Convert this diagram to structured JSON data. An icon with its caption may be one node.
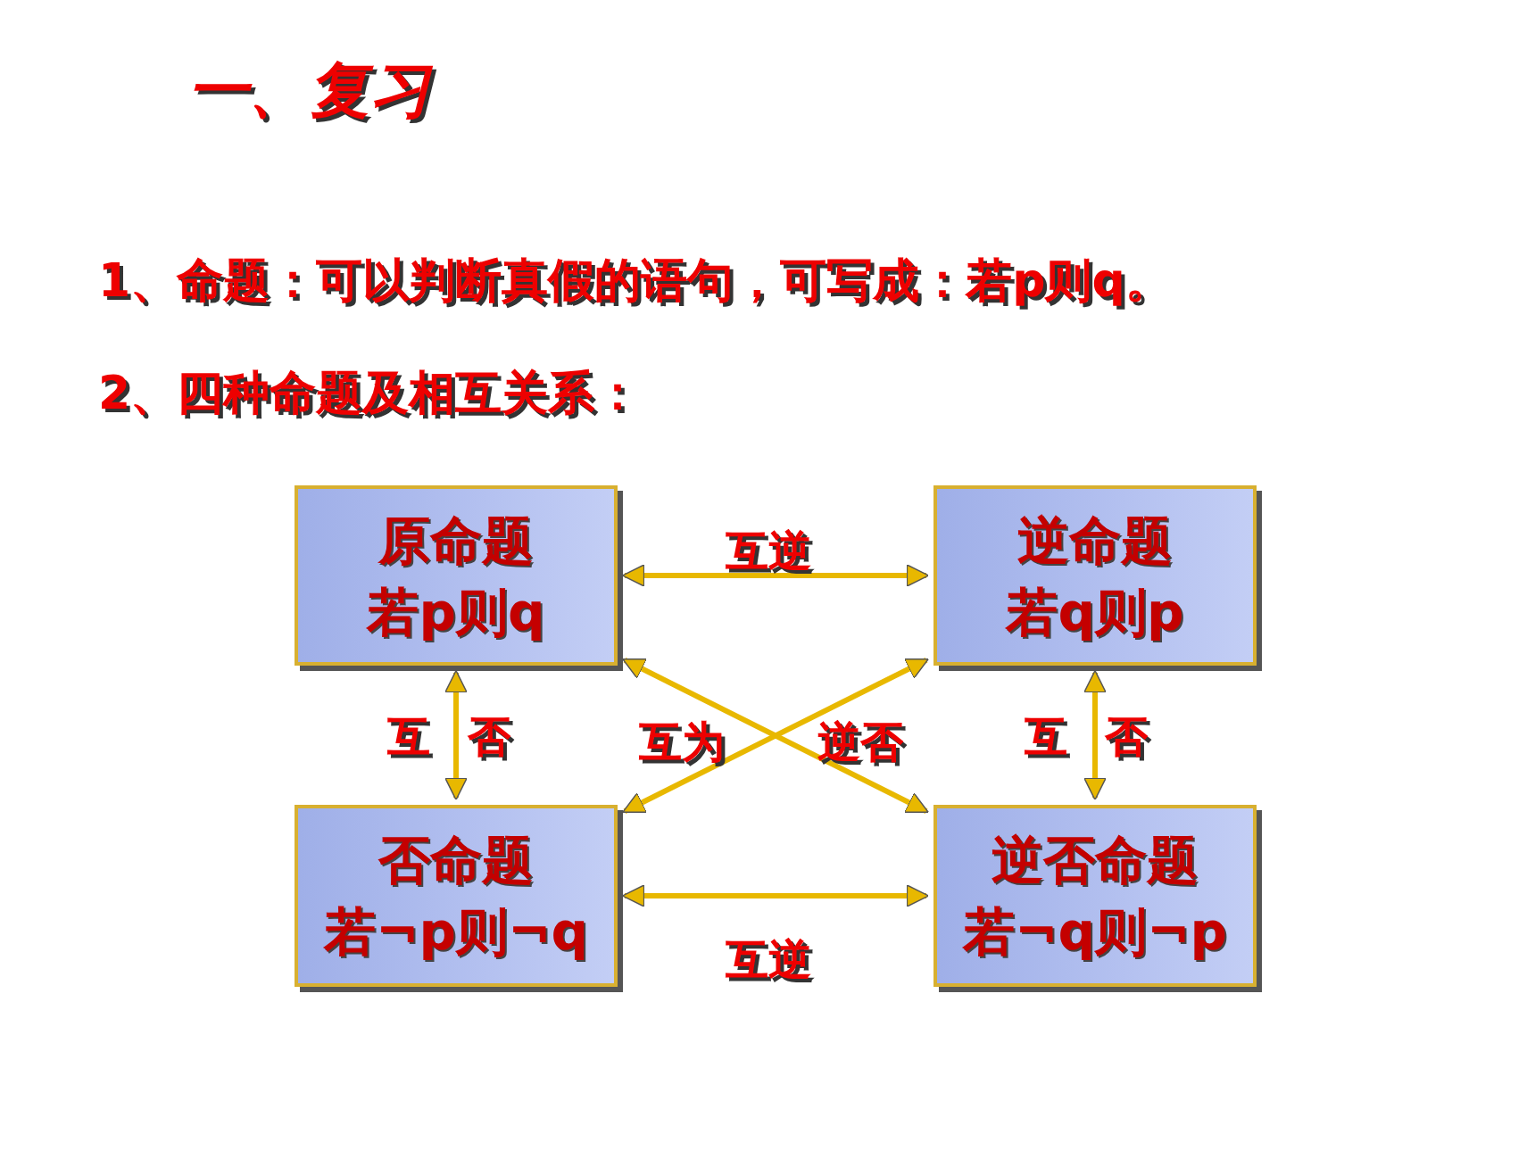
{
  "diagram": {
    "title": "一、复习",
    "nodes": [
      {
        "text": [
          "原命题",
          "若p则q"
        ]
      },
      {
        "text": [
          "逆命题",
          "若q则p"
        ]
      },
      {
        "text": [
          "否命题",
          "若¬p则¬q"
        ]
      },
      {
        "text": [
          "逆否命题",
          "若¬q则¬p"
        ]
      }
    ],
    "edges": [
      {
        "from": 0,
        "to": 1,
        "arrow": "both",
        "label": "互逆"
      },
      {
        "from": 0,
        "to": 2,
        "arrow": "both"
      },
      {
        "from": 1,
        "to": 3,
        "arrow": "both"
      },
      {
        "from": 0,
        "to": 3,
        "arrow": "both"
      },
      {
        "from": 1,
        "to": 2,
        "arrow": "both"
      },
      {
        "from": 2,
        "to": 3,
        "arrow": "both",
        "label": "互逆"
      }
    ],
    "labels": [
      "1、命题：可以判断真假的语句，可写成：若p则q。",
      "2、四种命题及相互关系：",
      "互",
      "否",
      "互为",
      "逆否",
      "互",
      "否"
    ]
  }
}
